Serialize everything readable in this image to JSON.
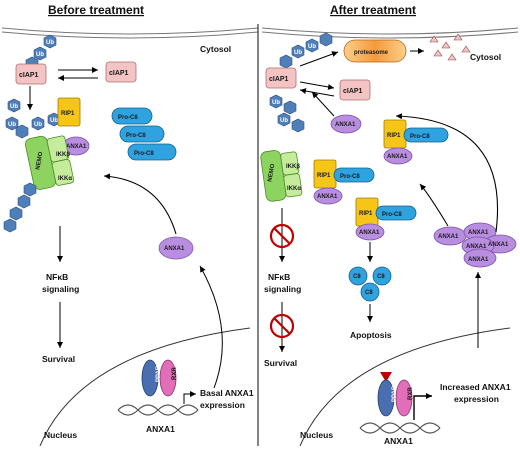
{
  "headings": {
    "before": "Before treatment",
    "after": "After treatment"
  },
  "compartments": {
    "cytosol": "Cytosol",
    "nucleus": "Nucleus"
  },
  "proteins": {
    "ub": "Ub",
    "ciap1": "cIAP1",
    "rip1": "RIP1",
    "anxa1": "ANXA1",
    "nemo": "NEMO",
    "ikkb": "IKKβ",
    "ikka": "IKKα",
    "proc8": "Pro-C8",
    "c8": "C8",
    "ppar": "PPARγ",
    "rxr": "RXR",
    "proteasome": "proteasome"
  },
  "outcomes": {
    "nfkb_line1": "NFκB",
    "nfkb_line2": "signaling",
    "survival": "Survival",
    "apoptosis": "Apoptosis"
  },
  "gene": {
    "name": "ANXA1",
    "basal_line1": "Basal ANXA1",
    "basal_line2": "expression",
    "increased_line1": "Increased ANXA1",
    "increased_line2": "expression"
  },
  "colors": {
    "ub": "#4f7fb8",
    "ciap1": "#f4c3c3",
    "rip1": "#f5c518",
    "anxa1": "#b98ee0",
    "nemo": "#8dd35f",
    "ikk": "#c4ec9a",
    "proc8": "#2ea3e0",
    "ppar": "#4a6fb0",
    "rxr": "#e06fb8",
    "proteasome": "#f5a04a",
    "inhibit": "#c00000"
  }
}
